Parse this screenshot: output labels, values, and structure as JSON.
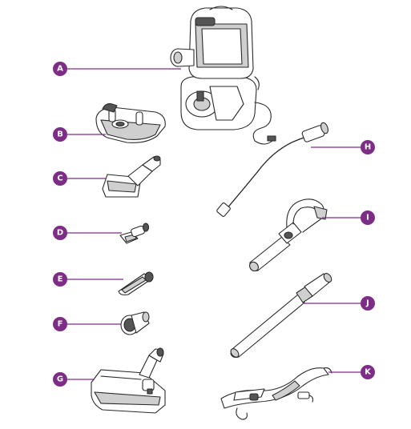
{
  "callouts": [
    {
      "id": "A",
      "part": "vacuum-body"
    },
    {
      "id": "B",
      "part": "caddy-base"
    },
    {
      "id": "C",
      "part": "upholstery-brush"
    },
    {
      "id": "D",
      "part": "crevice-dusting-tool"
    },
    {
      "id": "E",
      "part": "crevice-tool"
    },
    {
      "id": "F",
      "part": "dusting-brush"
    },
    {
      "id": "G",
      "part": "floor-nozzle"
    },
    {
      "id": "H",
      "part": "flexible-hose"
    },
    {
      "id": "I",
      "part": "hose-handle"
    },
    {
      "id": "J",
      "part": "extension-wand"
    },
    {
      "id": "K",
      "part": "shoulder-strap"
    }
  ],
  "colors": {
    "badge": "#7d2d85",
    "line_art": "#2a2a2a",
    "background": "#ffffff"
  }
}
